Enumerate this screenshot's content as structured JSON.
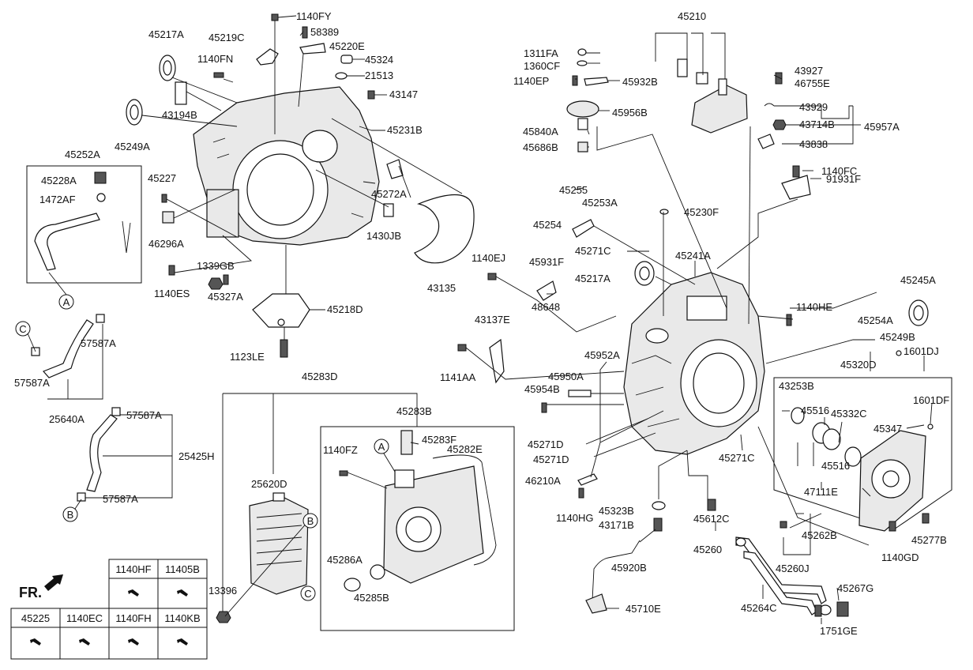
{
  "front_marker": "FR.",
  "circle_refs": {
    "A": "A",
    "B": "B",
    "C": "C"
  },
  "labels": {
    "p1140FY": "1140FY",
    "p45219C": "45219C",
    "p58389": "58389",
    "p45220E": "45220E",
    "p45217A_top": "45217A",
    "p1140FN": "1140FN",
    "p45324": "45324",
    "p21513": "21513",
    "p43147": "43147",
    "p43194B": "43194B",
    "p45249A": "45249A",
    "p45231B": "45231B",
    "p45252A": "45252A",
    "p45228A": "45228A",
    "p1472AF": "1472AF",
    "p45227": "45227",
    "p45272A": "45272A",
    "p46296A": "46296A",
    "p1430JB": "1430JB",
    "p1339GB": "1339GB",
    "p1140ES": "1140ES",
    "p45327A": "45327A",
    "p43135": "43135",
    "p45218D": "45218D",
    "p1123LE": "1123LE",
    "p57587A_1": "57587A",
    "p57587A_2": "57587A",
    "p25640A": "25640A",
    "p57587A_3": "57587A",
    "p25425H": "25425H",
    "p57587A_4": "57587A",
    "p45283D": "45283D",
    "p45283B": "45283B",
    "p45283F": "45283F",
    "p1140FZ": "1140FZ",
    "p45282E": "45282E",
    "p25620D": "25620D",
    "p45286A": "45286A",
    "p45285B": "45285B",
    "p13396": "13396",
    "p45210": "45210",
    "p1311FA": "1311FA",
    "p1360CF": "1360CF",
    "p1140EP": "1140EP",
    "p45932B": "45932B",
    "p43927": "43927",
    "p46755E": "46755E",
    "p45956B": "45956B",
    "p43929": "43929",
    "p45840A": "45840A",
    "p43714B": "43714B",
    "p45957A": "45957A",
    "p45686B": "45686B",
    "p43838": "43838",
    "p1140FC": "1140FC",
    "p45255": "45255",
    "p45253A": "45253A",
    "p91931F": "91931F",
    "p45254": "45254",
    "p45230F": "45230F",
    "p45271C_1": "45271C",
    "p1140EJ": "1140EJ",
    "p45931F": "45931F",
    "p45241A": "45241A",
    "p45217A": "45217A",
    "p45245A": "45245A",
    "p48648": "48648",
    "p1140HE": "1140HE",
    "p43137E": "43137E",
    "p45254A": "45254A",
    "p45249B": "45249B",
    "p1601DJ": "1601DJ",
    "p45952A": "45952A",
    "p1141AA": "1141AA",
    "p45950A": "45950A",
    "p45954B": "45954B",
    "p45320D": "45320D",
    "p43253B": "43253B",
    "p45516_1": "45516",
    "p45332C": "45332C",
    "p1601DF": "1601DF",
    "p45347": "45347",
    "p45271D_1": "45271D",
    "p45271D_2": "45271D",
    "p45271C_2": "45271C",
    "p45516_2": "45516",
    "p46210A": "46210A",
    "p47111E": "47111E",
    "p45323B": "45323B",
    "p1140HG": "1140HG",
    "p43171B": "43171B",
    "p45612C": "45612C",
    "p45260": "45260",
    "p45262B": "45262B",
    "p45277B": "45277B",
    "p45920B": "45920B",
    "p1140GD": "1140GD",
    "p45260J": "45260J",
    "p45264C": "45264C",
    "p45267G": "45267G",
    "p45710E": "45710E",
    "p1751GE": "1751GE"
  },
  "legend_table": {
    "top_row": [
      "1140HF",
      "11405B"
    ],
    "bottom_row": [
      "45225",
      "1140EC",
      "1140FH",
      "1140KB"
    ]
  }
}
